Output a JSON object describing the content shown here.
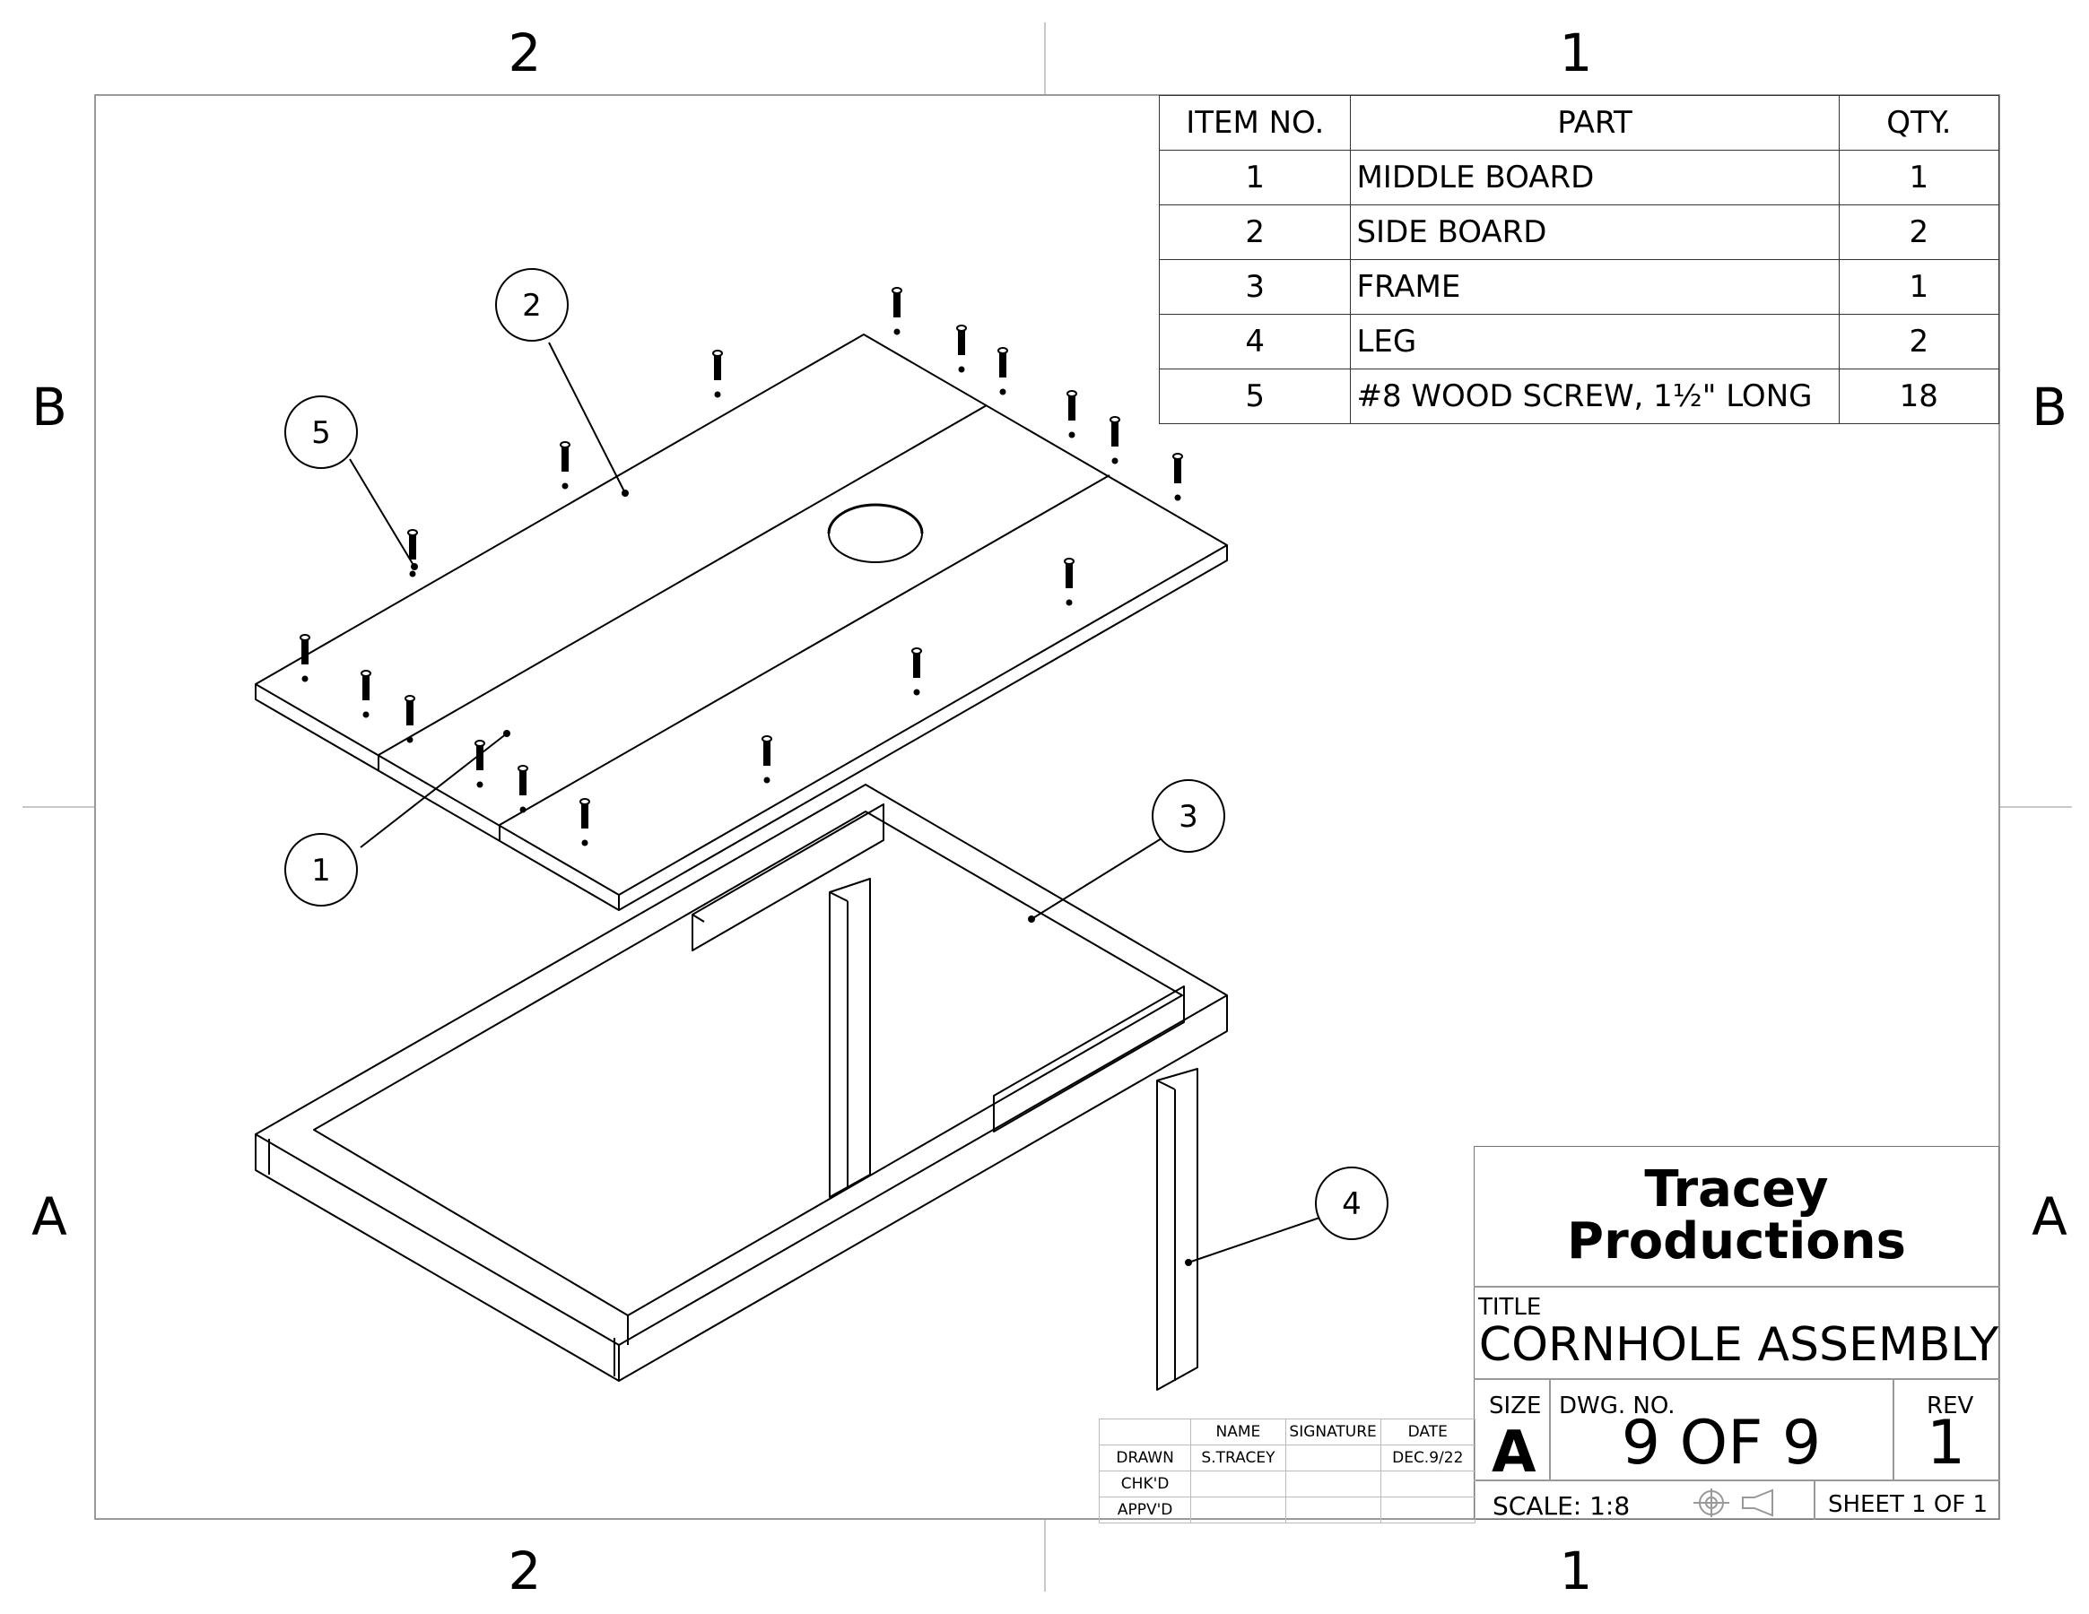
{
  "zones": {
    "top": [
      "2",
      "1"
    ],
    "bottom": [
      "2",
      "1"
    ],
    "left": [
      "B",
      "A"
    ],
    "right": [
      "B",
      "A"
    ]
  },
  "bom": {
    "headers": {
      "item": "ITEM NO.",
      "part": "PART",
      "qty": "QTY."
    },
    "rows": [
      {
        "item": "1",
        "part": "MIDDLE BOARD",
        "qty": "1"
      },
      {
        "item": "2",
        "part": "SIDE BOARD",
        "qty": "2"
      },
      {
        "item": "3",
        "part": "FRAME",
        "qty": "1"
      },
      {
        "item": "4",
        "part": "LEG",
        "qty": "2"
      },
      {
        "item": "5",
        "part": "#8 WOOD SCREW, 1½\" LONG",
        "qty": "18"
      }
    ]
  },
  "balloons": [
    "1",
    "2",
    "3",
    "4",
    "5"
  ],
  "title_block": {
    "company_line1": "Tracey",
    "company_line2": "Productions",
    "title_label": "TITLE",
    "title": "CORNHOLE ASSEMBLY",
    "size_label": "SIZE",
    "size": "A",
    "dwg_no_label": "DWG.  NO.",
    "dwg_no": "9 OF 9",
    "rev_label": "REV",
    "rev": "1",
    "scale": "SCALE: 1:8",
    "sheet": "SHEET 1 OF 1"
  },
  "approvals": {
    "headers": [
      "",
      "NAME",
      "SIGNATURE",
      "DATE"
    ],
    "rows": [
      [
        "DRAWN",
        "S.TRACEY",
        "",
        "DEC.9/22"
      ],
      [
        "CHK'D",
        "",
        "",
        ""
      ],
      [
        "APPV'D",
        "",
        "",
        ""
      ]
    ]
  }
}
